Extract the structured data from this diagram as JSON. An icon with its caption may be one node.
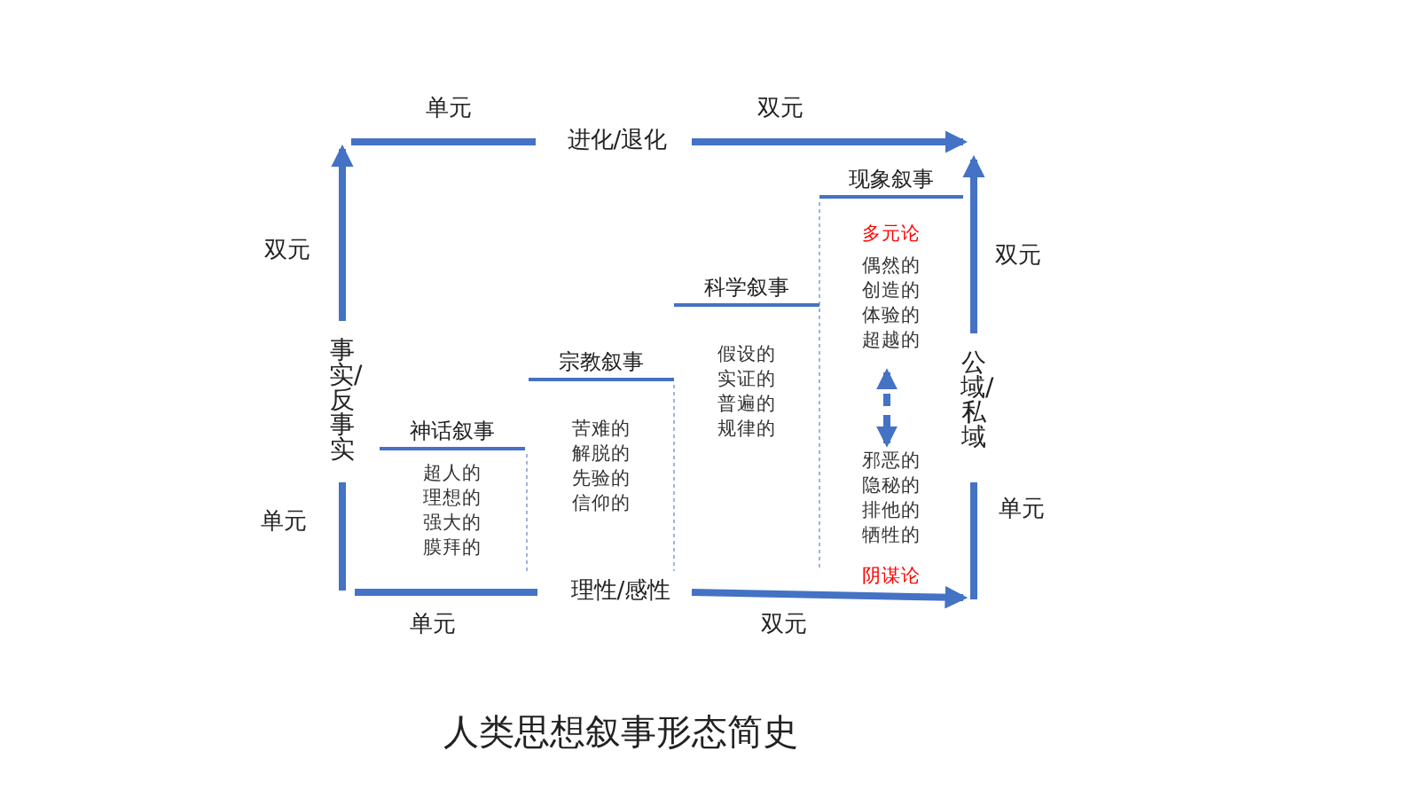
{
  "diagram": {
    "title": "人类思想叙事形态简史",
    "nodes": [
      {
        "text": [
          "神话叙事",
          "超人的理想的强大的膜拜的"
        ]
      },
      {
        "text": [
          "宗教叙事",
          "苦难的解脱的先验的信仰的"
        ]
      },
      {
        "text": [
          "科学叙事",
          "假设的实证的普遍的规律的"
        ]
      },
      {
        "text": [
          "现象叙事",
          "多元论",
          "偶然的创造的体验的超越的",
          "邪恶的隐秘的排他的牺牲的",
          "阴谋论"
        ]
      }
    ],
    "labels": [
      "单元",
      "进化/退化",
      "双元",
      "双元",
      "双元",
      "事实/反事实",
      "公域/私域",
      "单元",
      "单元",
      "理性/感性",
      "单元",
      "双元"
    ]
  }
}
